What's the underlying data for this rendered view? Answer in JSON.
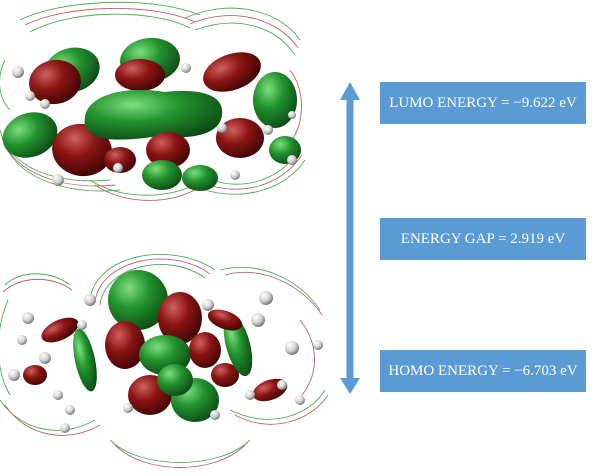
{
  "labels": {
    "lumo": "LUMO ENERGY = −9.622 eV",
    "gap": "ENERGY GAP = 2.919 eV",
    "homo": "HOMO ENERGY = −6.703 eV"
  },
  "colors": {
    "orbital_positive": "#1e8a2e",
    "orbital_negative": "#8b1414",
    "contour_green": "#4caf50",
    "contour_red": "#c06070",
    "label_box": "#5b9bd5",
    "arrow": "#5b9bd5"
  }
}
